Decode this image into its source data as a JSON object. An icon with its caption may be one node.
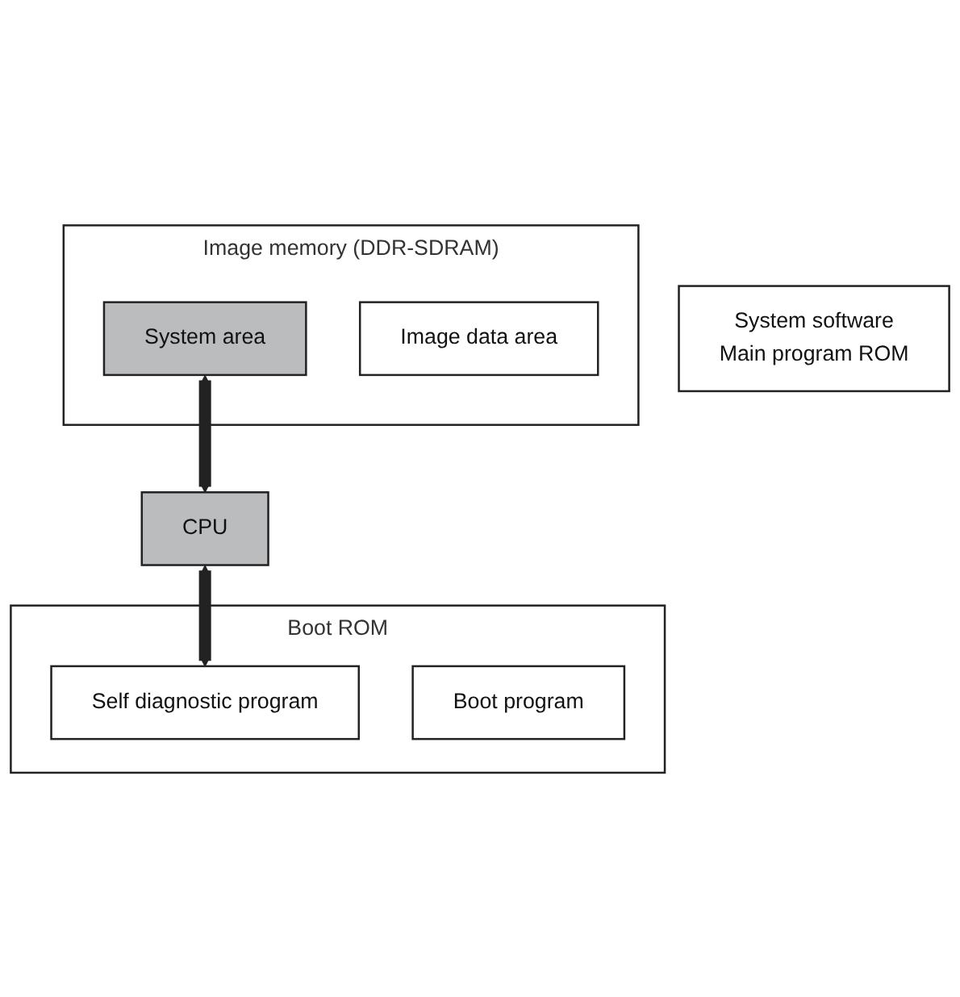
{
  "diagram": {
    "nodes": [
      {
        "text": [
          "Image memory (DDR-SDRAM)"
        ]
      },
      {
        "text": [
          "System area"
        ],
        "in": 0
      },
      {
        "text": [
          "Image data area"
        ],
        "in": 0
      },
      {
        "text": [
          "CPU"
        ]
      },
      {
        "text": [
          "Boot ROM"
        ]
      },
      {
        "text": [
          "Self diagnostic program"
        ],
        "in": 4
      },
      {
        "text": [
          "Boot program"
        ],
        "in": 4
      },
      {
        "text": [
          "System software",
          "Main program ROM"
        ]
      }
    ],
    "edges": [
      {
        "from": 1,
        "to": 3,
        "arrow": "both"
      },
      {
        "from": 3,
        "to": 5,
        "arrow": "both"
      }
    ]
  }
}
